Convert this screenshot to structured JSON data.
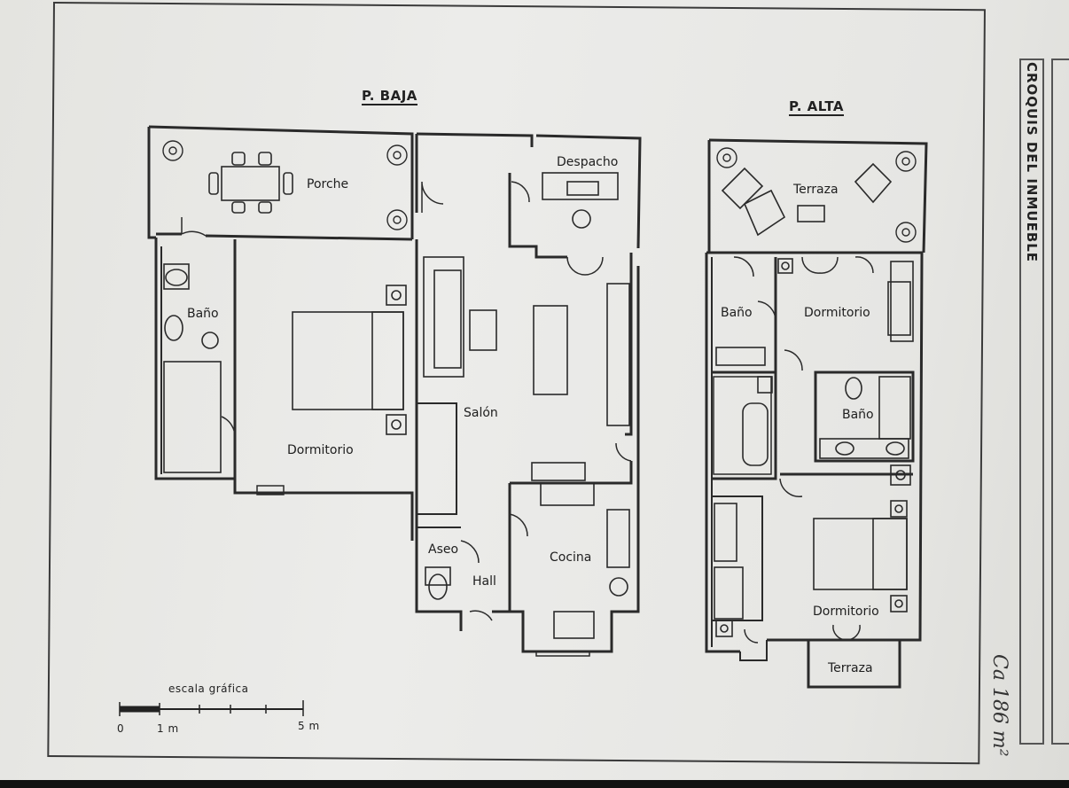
{
  "titles": {
    "ground_floor": "P. BAJA",
    "upper_floor": "P. ALTA",
    "side_heading": "CROQUIS DEL INMUEBLE"
  },
  "ground_floor_rooms": {
    "porch": "Porche",
    "office": "Despacho",
    "bath": "Baño",
    "bedroom": "Dormitorio",
    "living": "Salón",
    "toilet": "Aseo",
    "hall": "Hall",
    "kitchen": "Cocina"
  },
  "upper_floor_rooms": {
    "terrace_top": "Terraza",
    "bath_left": "Baño",
    "bedroom_top": "Dormitorio",
    "bath_right": "Baño",
    "bedroom_bottom": "Dormitorio",
    "terrace_bottom": "Terraza"
  },
  "scale": {
    "label": "escala gráfica",
    "tick_0": "0",
    "tick_1": "1 m",
    "tick_5": "5 m"
  },
  "handwritten_note": "Ca 186 m²",
  "colors": {
    "line": "#2a2a2a",
    "paper": "#e8e8e5"
  }
}
